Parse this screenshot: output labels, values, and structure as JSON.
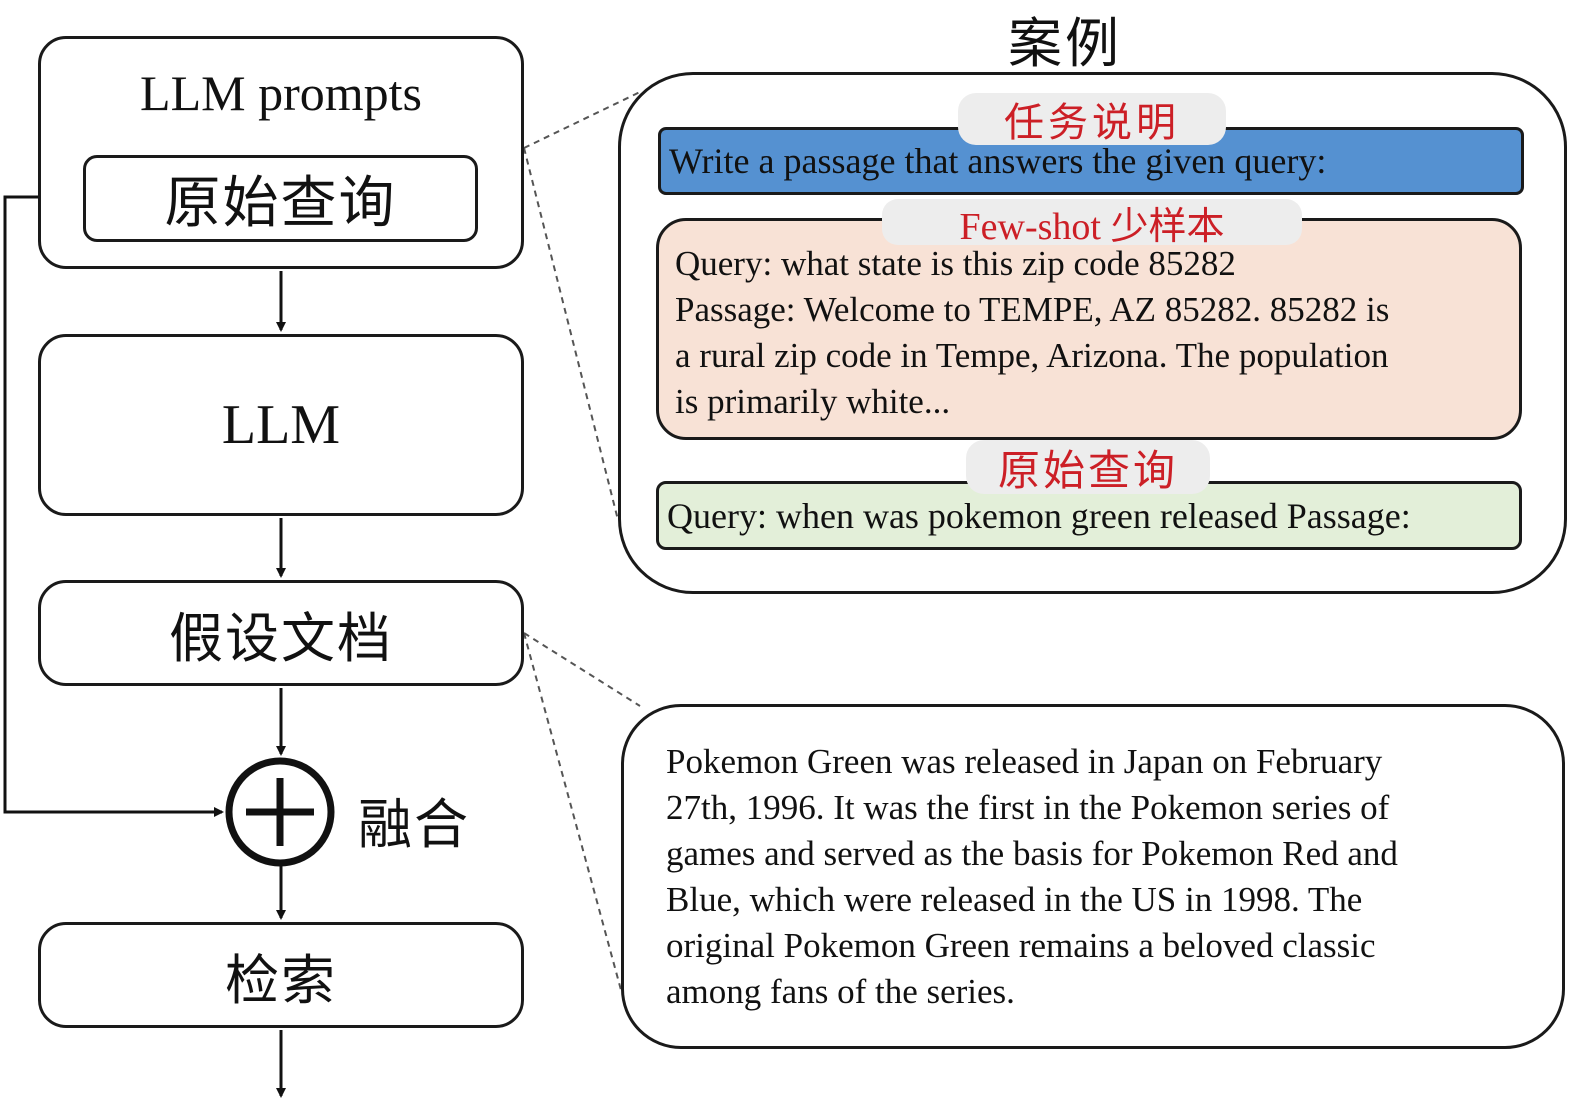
{
  "flow": {
    "prompts_title": "LLM prompts",
    "original_query": "原始查询",
    "llm": "LLM",
    "hypothetical_doc": "假设文档",
    "fusion": "融合",
    "fusion_symbol": "+",
    "retrieval": "检索"
  },
  "example": {
    "title": "案例",
    "task_tag": "任务说明",
    "task_text": "Write a passage that answers the given query:",
    "fewshot_tag": "Few-shot 少样本",
    "fewshot_lines": [
      "Query: what state is this zip code 85282",
      "Passage: Welcome to TEMPE, AZ 85282. 85282 is",
      "a rural zip code in Tempe, Arizona. The population",
      "is primarily white..."
    ],
    "original_tag": "原始查询",
    "original_text": "Query: when was pokemon green released Passage:"
  },
  "generated_doc": {
    "lines": [
      "Pokemon Green was released in Japan on February",
      "27th, 1996. It was the first in the Pokemon series of",
      "games and served as the basis for Pokemon Red and",
      "Blue, which were released in the US in 1998. The",
      "original Pokemon Green remains a beloved classic",
      "among fans of the series."
    ]
  },
  "colors": {
    "task_fill": "#5591d1",
    "fewshot_fill": "#f8e2d6",
    "original_fill": "#e3efd9",
    "tag_text": "#cc1f26",
    "tag_fill": "#ededed"
  }
}
